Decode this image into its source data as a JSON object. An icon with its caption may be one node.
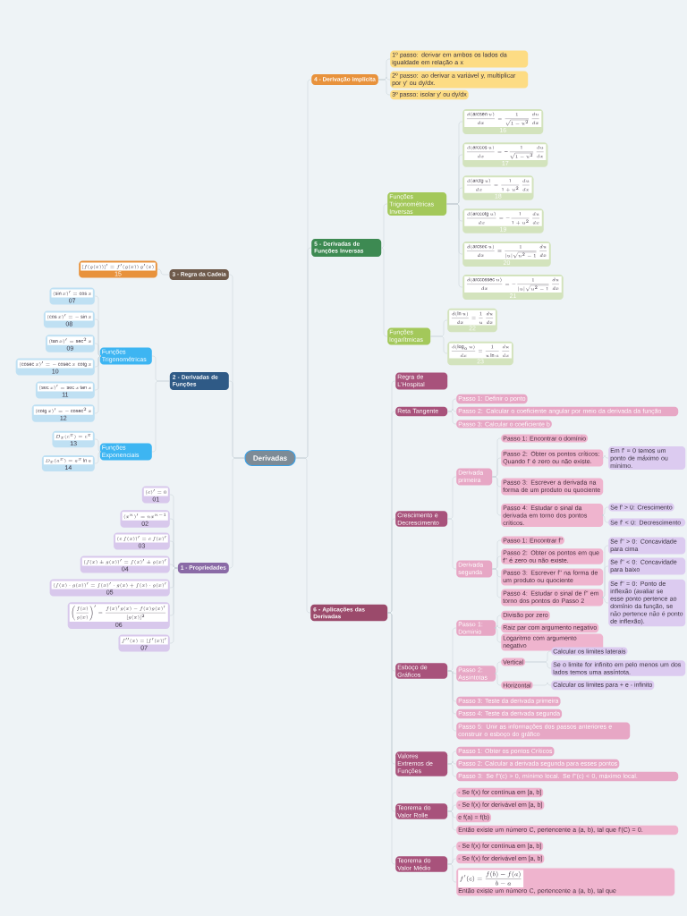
{
  "diagram": {
    "nodes": [
      {
        "text": [
          "Derivadas"
        ]
      },
      {
        "text": [
          "4 - Derivação implícita"
        ]
      },
      {
        "text": [
          "1º passo: derivar em ambos os lados da igualdade em relação a x"
        ]
      },
      {
        "text": [
          "2º passo: ao derivar a variável y, multiplicar por y' ou dy/dx."
        ]
      },
      {
        "text": [
          "3º passo: isolar y' ou dy/dx"
        ]
      },
      {
        "text": [
          "5 - Derivadas de Funções Inversas"
        ]
      },
      {
        "text": [
          "Funções Trigonométricas Inversas"
        ]
      },
      {
        "text": [
          "\\frac{d(\\operatorname{arcsen} u)}{dx}=\\frac{1}{\\sqrt{1-u^2}}\\,\\frac{du}{dx}",
          "16"
        ]
      },
      {
        "text": [
          "\\frac{d(\\operatorname{arccos} u)}{dx}=-\\frac{1}{\\sqrt{1-u^2}}\\,\\frac{du}{dx}",
          "17"
        ]
      },
      {
        "text": [
          "\\frac{d(\\operatorname{arctg} u)}{dx}=\\frac{1}{1+u^2}\\,\\frac{du}{dx}",
          "18"
        ]
      },
      {
        "text": [
          "\\frac{d(\\operatorname{arccotg} u)}{dx}=-\\frac{1}{1+u^2}\\,\\frac{du}{dx}",
          "19"
        ]
      },
      {
        "text": [
          "\\frac{d(\\operatorname{arcsec} u)}{dx}=\\frac{1}{|u|\\sqrt{u^2-1}}\\,\\frac{du}{dx}",
          "20"
        ]
      },
      {
        "text": [
          "\\frac{d(\\operatorname{arccossec} u)}{dx}=-\\frac{1}{|u|\\sqrt{u^2-1}}\\,\\frac{du}{dx}",
          "21"
        ]
      },
      {
        "text": [
          "Funções logarítmicas"
        ]
      },
      {
        "text": [
          "\\frac{d(\\ln u)}{dx}=\\frac{1}{u}\\,\\frac{du}{dx}",
          "22"
        ]
      },
      {
        "text": [
          "\\frac{d(\\log_a u)}{dx}=\\frac{1}{u\\ln a}\\,\\frac{du}{dx}",
          "23"
        ]
      },
      {
        "text": [
          "3 - Regra da Cadeia"
        ]
      },
      {
        "text": [
          "[f(g(x))]'=f'(g(x))\\,g'(x)",
          "15"
        ]
      },
      {
        "text": [
          "2 - Derivadas de Funções"
        ]
      },
      {
        "text": [
          "Funções Trigonométricas"
        ]
      },
      {
        "text": [
          "(\\sin x)'=\\cos x",
          "07"
        ]
      },
      {
        "text": [
          "(\\cos x)'=-\\sin x",
          "08"
        ]
      },
      {
        "text": [
          "(\\tan x)'=\\sec^2 x",
          "09"
        ]
      },
      {
        "text": [
          "(\\operatorname{cosec} x)'=-\\operatorname{cosec} x\\,\\operatorname{cotg} x",
          "10"
        ]
      },
      {
        "text": [
          "(\\sec x)'=\\sec x\\tan x",
          "11"
        ]
      },
      {
        "text": [
          "(\\operatorname{cotg} x)'=-\\operatorname{cosec}^2 x",
          "12"
        ]
      },
      {
        "text": [
          "Funções Exponenciais"
        ]
      },
      {
        "text": [
          "D_x(e^x)=e^x",
          "13"
        ]
      },
      {
        "text": [
          "D_x(a^x)=a^x\\ln a",
          "14"
        ]
      },
      {
        "text": [
          "1 - Propriedades"
        ]
      },
      {
        "text": [
          "(c)'=0",
          "01"
        ]
      },
      {
        "text": [
          "(x^n)'=nx^{n-1}",
          "02"
        ]
      },
      {
        "text": [
          "(c\\,f(x))'=c\\,f(x)'",
          "03"
        ]
      },
      {
        "text": [
          "(f(x)\\pm g(x))'=f(x)'\\pm g(x)'",
          "04"
        ]
      },
      {
        "text": [
          "(f(x)\\cdot g(x))'=f(x)'\\cdot g(x)+f(x)\\cdot g(x)'",
          "05"
        ]
      },
      {
        "text": [
          "\\left(\\frac{f(x)}{g(x)}\\right)'=\\frac{f(x)'g(x)-f(x)g(x)'}{[g(x)]^2}",
          "06"
        ]
      },
      {
        "text": [
          "f''(x)=[f'(x)]'",
          "07"
        ]
      },
      {
        "text": [
          "6 - Aplicações das Derivadas"
        ]
      },
      {
        "text": [
          "Regra de L'Hospital"
        ]
      },
      {
        "text": [
          "Reta Tangente"
        ]
      },
      {
        "text": [
          "Passo 1: Definir o ponto"
        ]
      },
      {
        "text": [
          "Passo 2: Calcular o coeficiente angular por meio da derivada da função"
        ]
      },
      {
        "text": [
          "Passo 3: Calcular o coeficiente b"
        ]
      },
      {
        "text": [
          "Crescimento e Decrescimento"
        ]
      },
      {
        "text": [
          "Derivada primeira"
        ]
      },
      {
        "text": [
          "Passo 1: Encontrar o domínio"
        ]
      },
      {
        "text": [
          "Passo 2: Obter os pontos críticos: Quando f' é zero ou não existe."
        ]
      },
      {
        "text": [
          "Passo 3: Escrever a derivada na forma de um produto ou quociente"
        ]
      },
      {
        "text": [
          "Passo 4: Estudar o sinal da derivada em torno dos pontos críticos."
        ]
      },
      {
        "text": [
          "Em f' = 0 temos um ponto de máximo ou mínimo."
        ]
      },
      {
        "text": [
          "Se f' > 0: Crescimento"
        ]
      },
      {
        "text": [
          "Se f' < 0: Decrescimento"
        ]
      },
      {
        "text": [
          "Derivada segunda"
        ]
      },
      {
        "text": [
          "Passo 1: Encontrar f''"
        ]
      },
      {
        "text": [
          "Passo 2: Obter os pontos em que f'' é zero ou não existe."
        ]
      },
      {
        "text": [
          "Passo 3: Escrever f'' na forma de um produto ou quociente"
        ]
      },
      {
        "text": [
          "Passo 4: Estudar o sinal de f'' em torno dos pontos do Passo 2"
        ]
      },
      {
        "text": [
          "Se f'' > 0: Concavidade para cima"
        ]
      },
      {
        "text": [
          "Se f'' < 0: Concavidade para baixo"
        ]
      },
      {
        "text": [
          "Se f'' = 0: Ponto de inflexão (avaliar se esse ponto pertence ao domínio da função, se não pertence não é ponto de inflexão)."
        ]
      },
      {
        "text": [
          "Esboço de Gráficos"
        ]
      },
      {
        "text": [
          "Passo 1: Domínio"
        ]
      },
      {
        "text": [
          "Divisão por zero"
        ]
      },
      {
        "text": [
          "Raiz par com argumento negativo"
        ]
      },
      {
        "text": [
          "Logaritmo com argumento negativo"
        ]
      },
      {
        "text": [
          "Passo 2: Assíntotas"
        ]
      },
      {
        "text": [
          "Vertical"
        ]
      },
      {
        "text": [
          "Horizontal"
        ]
      },
      {
        "text": [
          "Calcular os limites laterais"
        ]
      },
      {
        "text": [
          "Se o limite for infinito em pelo menos um dos lados temos uma assíntota."
        ]
      },
      {
        "text": [
          "Calcular os limites para + e - infinito"
        ]
      },
      {
        "text": [
          "Passo 3: Teste da derivada primeira"
        ]
      },
      {
        "text": [
          "Passo 4: Teste da derivada segunda"
        ]
      },
      {
        "text": [
          "Passo 5: Unir as informações dos passos anteriores e construir o esboço do gráfico"
        ]
      },
      {
        "text": [
          "Valores Extremos de Funções"
        ]
      },
      {
        "text": [
          "Passo 1: Obter os pontos Críticos"
        ]
      },
      {
        "text": [
          "Passo 2: Calcular a derivada segunda para esses pontos"
        ]
      },
      {
        "text": [
          "Passo 3: Se f''(c) > 0, mínimo local. Se f''(c) < 0, máximo local."
        ]
      },
      {
        "text": [
          "Teorema do Valor Rolle"
        ]
      },
      {
        "text": [
          "- Se f(x) for contínua em [a, b]"
        ]
      },
      {
        "text": [
          "- Se f(x) for derivável em [a, b]"
        ]
      },
      {
        "text": [
          "e f(a) = f(b)"
        ]
      },
      {
        "text": [
          "Então existe um número C, pertencente a (a, b), tal que f'(C) = 0."
        ]
      },
      {
        "text": [
          "Teorema do Valor Médio"
        ]
      },
      {
        "text": [
          "- Se f(x) for contínua em [a, b]"
        ]
      },
      {
        "text": [
          "- Se f(x) for derivável em [a, b]"
        ]
      },
      {
        "text": [
          "f'(c)=\\frac{f(b)-f(a)}{b-a}",
          "Então existe um número C, pertencente a (a, b), tal que"
        ]
      }
    ],
    "edges": [
      {
        "from": 0,
        "to": 1,
        "arrow": "none"
      },
      {
        "from": 1,
        "to": 2,
        "arrow": "none"
      },
      {
        "from": 1,
        "to": 3,
        "arrow": "none"
      },
      {
        "from": 1,
        "to": 4,
        "arrow": "none"
      },
      {
        "from": 0,
        "to": 5,
        "arrow": "none"
      },
      {
        "from": 5,
        "to": 6,
        "arrow": "none"
      },
      {
        "from": 6,
        "to": 7,
        "arrow": "none"
      },
      {
        "from": 6,
        "to": 8,
        "arrow": "none"
      },
      {
        "from": 6,
        "to": 9,
        "arrow": "none"
      },
      {
        "from": 6,
        "to": 10,
        "arrow": "none"
      },
      {
        "from": 6,
        "to": 11,
        "arrow": "none"
      },
      {
        "from": 6,
        "to": 12,
        "arrow": "none"
      },
      {
        "from": 5,
        "to": 13,
        "arrow": "none"
      },
      {
        "from": 13,
        "to": 14,
        "arrow": "none"
      },
      {
        "from": 13,
        "to": 15,
        "arrow": "none"
      },
      {
        "from": 0,
        "to": 16,
        "arrow": "none"
      },
      {
        "from": 16,
        "to": 17,
        "arrow": "none"
      },
      {
        "from": 0,
        "to": 18,
        "arrow": "none"
      },
      {
        "from": 18,
        "to": 19,
        "arrow": "none"
      },
      {
        "from": 19,
        "to": 20,
        "arrow": "none"
      },
      {
        "from": 19,
        "to": 21,
        "arrow": "none"
      },
      {
        "from": 19,
        "to": 22,
        "arrow": "none"
      },
      {
        "from": 19,
        "to": 23,
        "arrow": "none"
      },
      {
        "from": 19,
        "to": 24,
        "arrow": "none"
      },
      {
        "from": 19,
        "to": 25,
        "arrow": "none"
      },
      {
        "from": 18,
        "to": 26,
        "arrow": "none"
      },
      {
        "from": 26,
        "to": 27,
        "arrow": "none"
      },
      {
        "from": 26,
        "to": 28,
        "arrow": "none"
      },
      {
        "from": 0,
        "to": 29,
        "arrow": "none"
      },
      {
        "from": 29,
        "to": 30,
        "arrow": "none"
      },
      {
        "from": 29,
        "to": 31,
        "arrow": "none"
      },
      {
        "from": 29,
        "to": 32,
        "arrow": "none"
      },
      {
        "from": 29,
        "to": 33,
        "arrow": "none"
      },
      {
        "from": 29,
        "to": 34,
        "arrow": "none"
      },
      {
        "from": 29,
        "to": 35,
        "arrow": "none"
      },
      {
        "from": 29,
        "to": 36,
        "arrow": "none"
      },
      {
        "from": 0,
        "to": 37,
        "arrow": "none"
      },
      {
        "from": 37,
        "to": 38,
        "arrow": "none"
      },
      {
        "from": 37,
        "to": 39,
        "arrow": "none"
      },
      {
        "from": 39,
        "to": 40,
        "arrow": "none"
      },
      {
        "from": 39,
        "to": 41,
        "arrow": "none"
      },
      {
        "from": 39,
        "to": 42,
        "arrow": "none"
      },
      {
        "from": 37,
        "to": 43,
        "arrow": "none"
      },
      {
        "from": 43,
        "to": 44,
        "arrow": "none"
      },
      {
        "from": 44,
        "to": 45,
        "arrow": "none"
      },
      {
        "from": 44,
        "to": 46,
        "arrow": "none"
      },
      {
        "from": 44,
        "to": 47,
        "arrow": "none"
      },
      {
        "from": 44,
        "to": 48,
        "arrow": "none"
      },
      {
        "from": 46,
        "to": 49,
        "arrow": "none"
      },
      {
        "from": 48,
        "to": 50,
        "arrow": "none"
      },
      {
        "from": 48,
        "to": 51,
        "arrow": "none"
      },
      {
        "from": 43,
        "to": 52,
        "arrow": "none"
      },
      {
        "from": 52,
        "to": 53,
        "arrow": "none"
      },
      {
        "from": 52,
        "to": 54,
        "arrow": "none"
      },
      {
        "from": 52,
        "to": 55,
        "arrow": "none"
      },
      {
        "from": 52,
        "to": 56,
        "arrow": "none"
      },
      {
        "from": 56,
        "to": 57,
        "arrow": "none"
      },
      {
        "from": 56,
        "to": 58,
        "arrow": "none"
      },
      {
        "from": 56,
        "to": 59,
        "arrow": "none"
      },
      {
        "from": 37,
        "to": 60,
        "arrow": "none"
      },
      {
        "from": 60,
        "to": 61,
        "arrow": "none"
      },
      {
        "from": 61,
        "to": 62,
        "arrow": "none"
      },
      {
        "from": 61,
        "to": 63,
        "arrow": "none"
      },
      {
        "from": 61,
        "to": 64,
        "arrow": "none"
      },
      {
        "from": 60,
        "to": 65,
        "arrow": "none"
      },
      {
        "from": 65,
        "to": 66,
        "arrow": "none"
      },
      {
        "from": 65,
        "to": 67,
        "arrow": "none"
      },
      {
        "from": 66,
        "to": 68,
        "arrow": "none"
      },
      {
        "from": 66,
        "to": 69,
        "arrow": "none"
      },
      {
        "from": 67,
        "to": 70,
        "arrow": "none"
      },
      {
        "from": 60,
        "to": 71,
        "arrow": "none"
      },
      {
        "from": 60,
        "to": 72,
        "arrow": "none"
      },
      {
        "from": 60,
        "to": 73,
        "arrow": "none"
      },
      {
        "from": 37,
        "to": 74,
        "arrow": "none"
      },
      {
        "from": 74,
        "to": 75,
        "arrow": "none"
      },
      {
        "from": 74,
        "to": 76,
        "arrow": "none"
      },
      {
        "from": 74,
        "to": 77,
        "arrow": "none"
      },
      {
        "from": 37,
        "to": 78,
        "arrow": "none"
      },
      {
        "from": 78,
        "to": 79,
        "arrow": "none"
      },
      {
        "from": 78,
        "to": 80,
        "arrow": "none"
      },
      {
        "from": 78,
        "to": 81,
        "arrow": "none"
      },
      {
        "from": 78,
        "to": 82,
        "arrow": "none"
      },
      {
        "from": 37,
        "to": 83,
        "arrow": "none"
      },
      {
        "from": 83,
        "to": 84,
        "arrow": "none"
      },
      {
        "from": 83,
        "to": 85,
        "arrow": "none"
      },
      {
        "from": 83,
        "to": 86,
        "arrow": "none"
      }
    ]
  }
}
